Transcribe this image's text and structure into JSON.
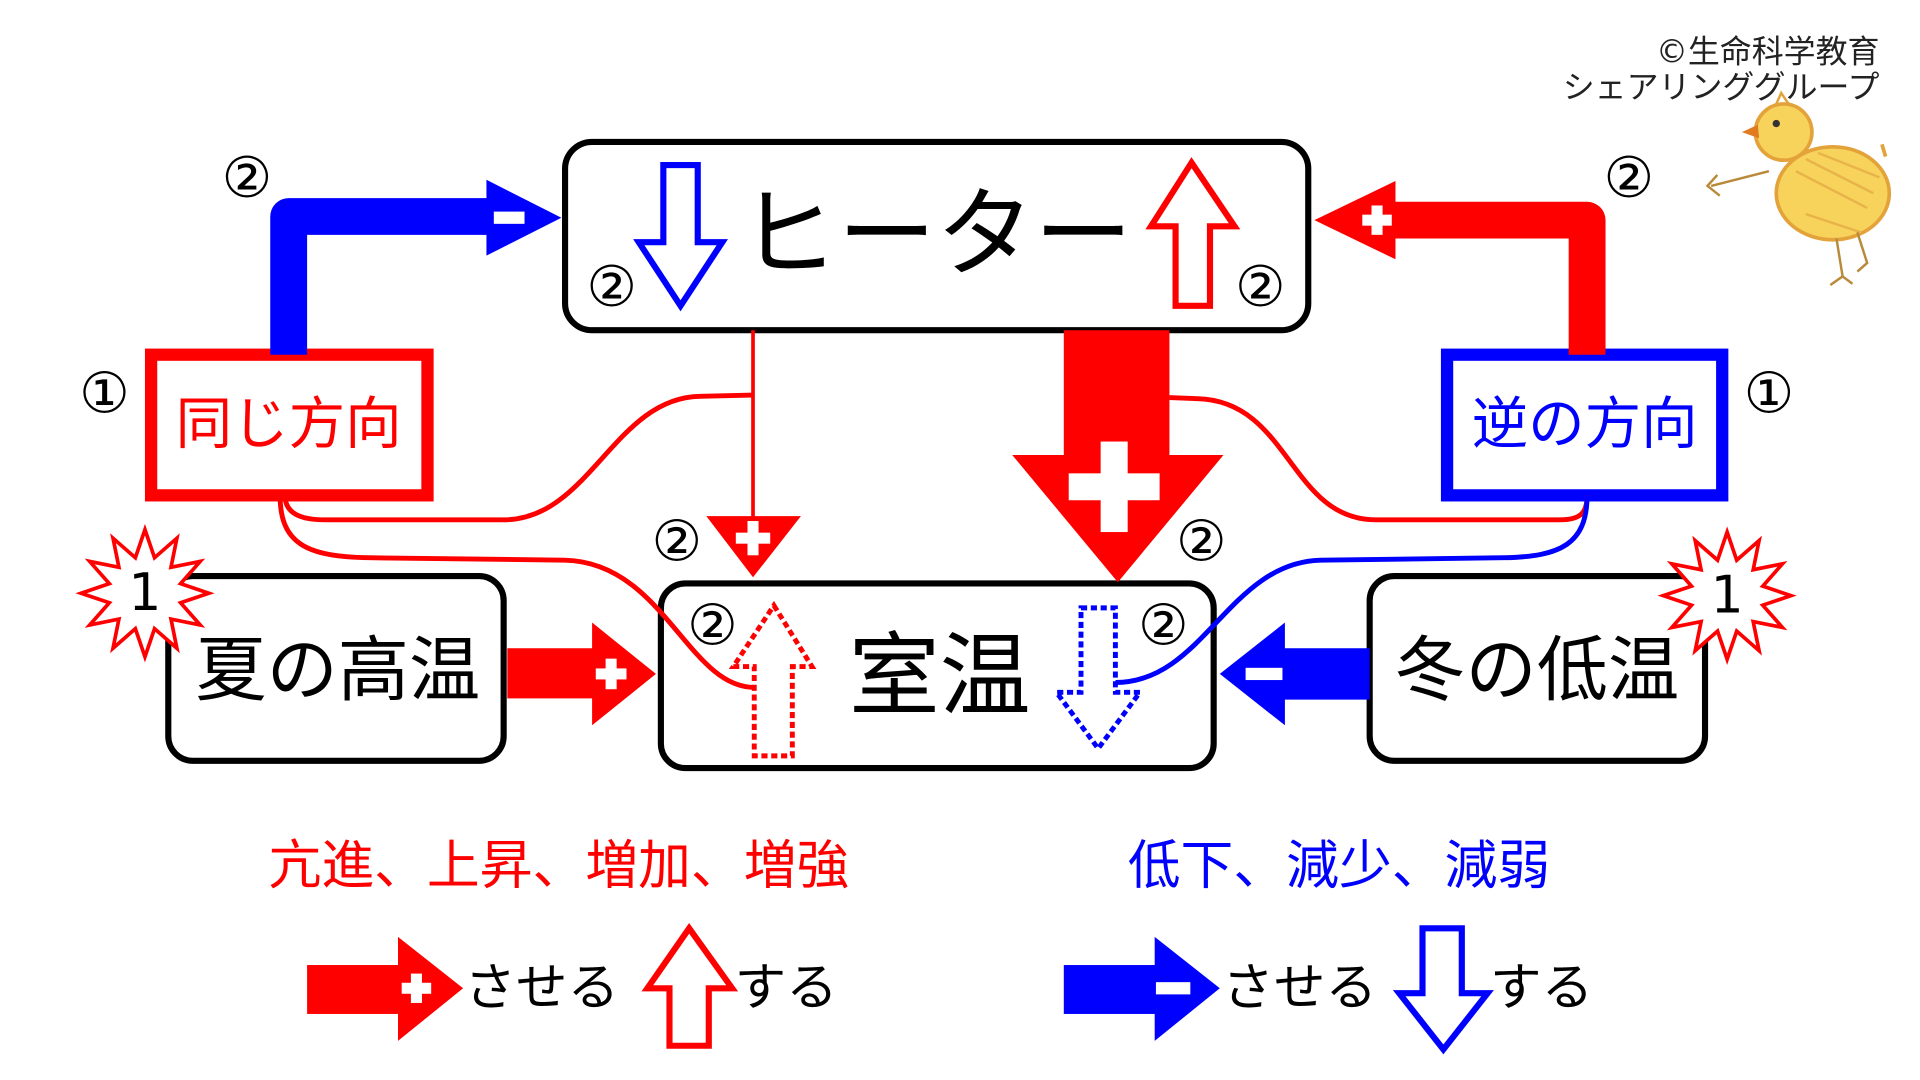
{
  "copyright": {
    "line1": "©生命科学教育",
    "line2": "シェアリンググループ"
  },
  "nodes": {
    "heater": {
      "label": "ヒーター"
    },
    "room_temperature": {
      "label": "室温"
    },
    "summer_heat": {
      "label": "夏の高温",
      "badge": "1"
    },
    "winter_cold": {
      "label": "冬の低温",
      "badge": "1"
    },
    "same_direction": {
      "label": "同じ方向"
    },
    "opposite_direction": {
      "label": "逆の方向"
    }
  },
  "markers": {
    "one": "①",
    "two": "②"
  },
  "legend": {
    "increase": {
      "terms": "亢進、上昇、増加、増強",
      "arrow_text": "させる",
      "state_text": "する"
    },
    "decrease": {
      "terms": "低下、減少、減弱",
      "arrow_text": "させる",
      "state_text": "する"
    }
  },
  "icons": {
    "increase_sign": "plus-icon",
    "decrease_sign": "minus-icon",
    "mascot": "chick-illustration"
  },
  "colors": {
    "increase": "#ff0000",
    "decrease": "#0000ff",
    "outline": "#000000"
  }
}
